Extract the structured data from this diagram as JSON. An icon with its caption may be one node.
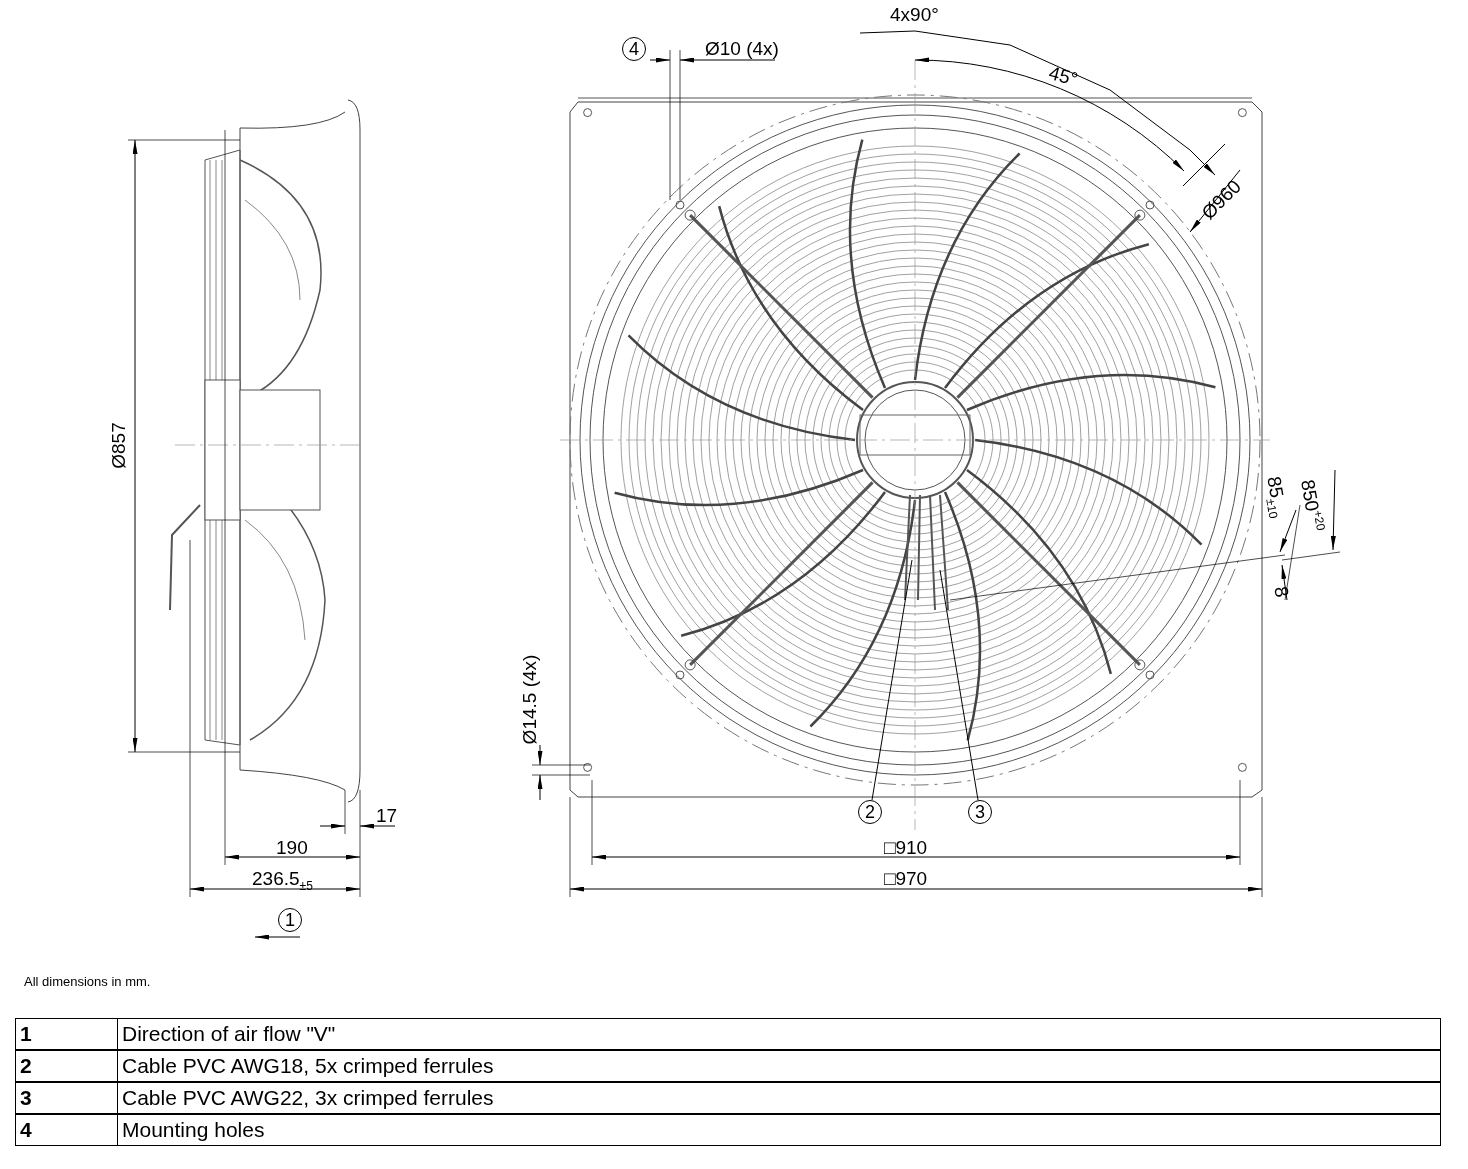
{
  "diagram": {
    "nodes": [
      {
        "text": [
          "4"
        ]
      },
      {
        "text": [
          "2"
        ]
      },
      {
        "text": [
          "3"
        ]
      },
      {
        "text": [
          "1"
        ]
      }
    ],
    "edges": [
      {
        "from": 1,
        "to": null,
        "arrow": "none"
      },
      {
        "from": 2,
        "to": null,
        "arrow": "none"
      }
    ],
    "labels": [
      "4x90°",
      "Ø10 (4x)",
      "45°",
      "Ø960",
      "Ø857",
      "85$_{±10}$",
      "850$^{+20}$",
      "8",
      "Ø14.5 (4x)",
      "17",
      "190",
      "□910",
      "236.5$_{±5}$",
      "□970",
      "All dimensions in mm.",
      "1",
      "Direction of air flow \"V\"",
      "2",
      "Cable PVC AWG18, 5x crimped ferrules",
      "3",
      "Cable PVC AWG22, 3x crimped ferrules",
      "4",
      "Mounting holes"
    ]
  }
}
